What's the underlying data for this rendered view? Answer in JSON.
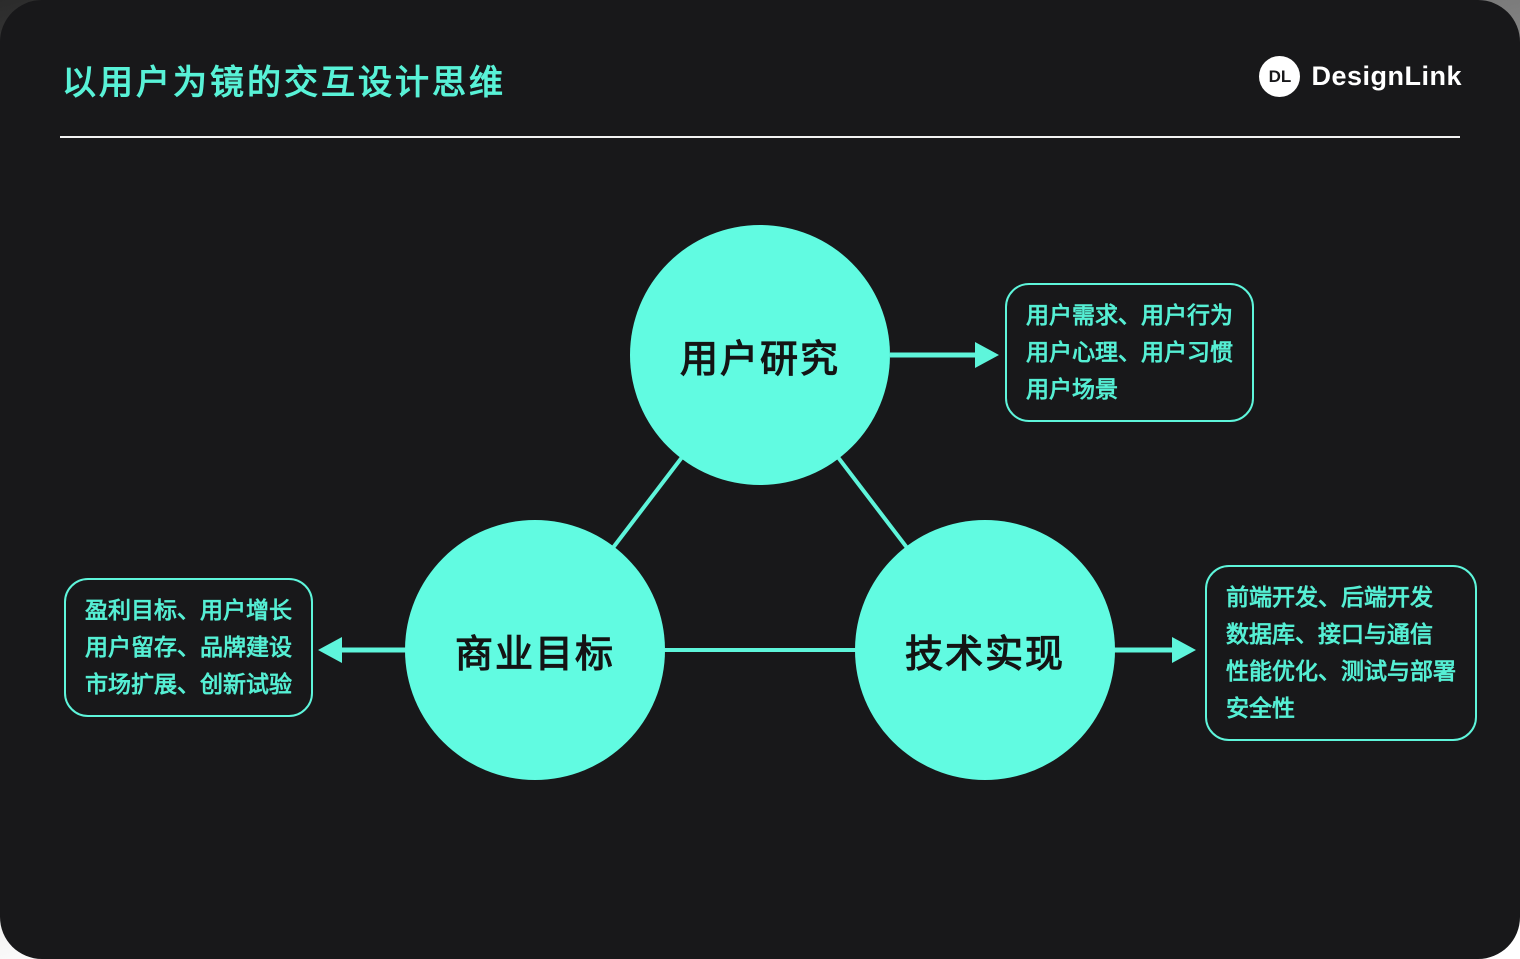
{
  "page": {
    "title": "以用户为镜的交互设计思维"
  },
  "brand": {
    "monogram": "DL",
    "name": "DesignLink"
  },
  "colors": {
    "accent": "#5EF5DB",
    "circle_fill": "#61FBE1",
    "slide_background": "#18181A",
    "circle_text": "#141414"
  },
  "diagram": {
    "nodes": [
      {
        "id": "user-research",
        "label": "用户研究"
      },
      {
        "id": "business-goals",
        "label": "商业目标"
      },
      {
        "id": "tech-implementation",
        "label": "技术实现"
      }
    ],
    "callouts": [
      {
        "for": "user-research",
        "lines": [
          "用户需求、用户行为",
          "用户心理、用户习惯",
          "用户场景"
        ]
      },
      {
        "for": "business-goals",
        "lines": [
          "盈利目标、用户增长",
          "用户留存、品牌建设",
          "市场扩展、创新试验"
        ]
      },
      {
        "for": "tech-implementation",
        "lines": [
          "前端开发、后端开发",
          "数据库、接口与通信",
          "性能优化、测试与部署",
          "安全性"
        ]
      }
    ]
  }
}
